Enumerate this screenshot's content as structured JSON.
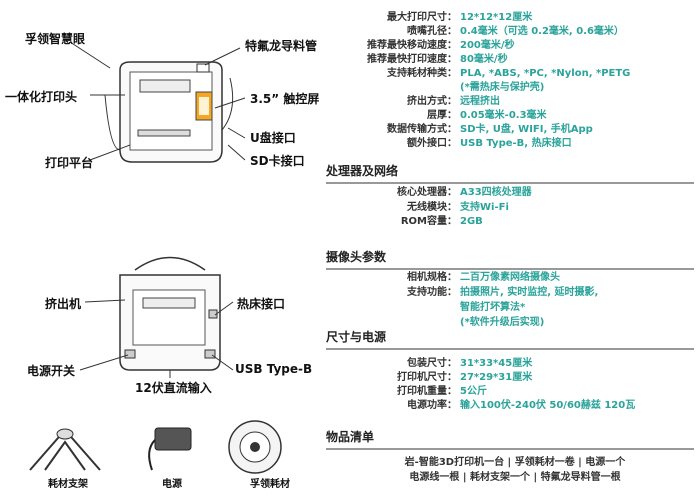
{
  "callouts_top": {
    "eye": "孚领智慧眼",
    "tube": "特氟龙导料管",
    "head": "一体化打印头",
    "screen": "3.5” 触控屏",
    "usb_disk": "U盘接口",
    "platform": "打印平台",
    "sd": "SD卡接口"
  },
  "callouts_back": {
    "extruder": "挤出机",
    "bed_port": "热床接口",
    "power_switch": "电源开关",
    "usb_b": "USB Type-B",
    "dc_in": "12伏直流输入"
  },
  "accessories": [
    "耗材支架",
    "电源",
    "孚领耗材"
  ],
  "specs": [
    {
      "k": "最大打印尺寸：",
      "v": "12*12*12厘米"
    },
    {
      "k": "喷嘴孔径：",
      "v": "0.4毫米（可选 0.2毫米, 0.6毫米）"
    },
    {
      "k": "推荐最快移动速度：",
      "v": "200毫米/秒"
    },
    {
      "k": "推荐最快打印速度：",
      "v": "80毫米/秒"
    },
    {
      "k": "支持耗材种类：",
      "v": "PLA, *ABS, *PC, *Nylon, *PETG"
    },
    {
      "k": "",
      "v": "(*需热床与保护壳)"
    },
    {
      "k": "挤出方式：",
      "v": "远程挤出"
    },
    {
      "k": "层厚：",
      "v": "0.05毫米-0.3毫米"
    },
    {
      "k": "数据传输方式：",
      "v": "SD卡, U盘, WIFI, 手机App"
    },
    {
      "k": "额外接口：",
      "v": "USB Type-B, 热床接口"
    }
  ],
  "processor": {
    "title": "处理器及网络",
    "rows": [
      {
        "k": "核心处理器：",
        "v": "A33四核处理器"
      },
      {
        "k": "无线模块：",
        "v": "支持Wi-Fi"
      },
      {
        "k": "ROM容量：",
        "v": "2GB"
      }
    ]
  },
  "camera": {
    "title": "摄像头参数",
    "rows": [
      {
        "k": "相机规格：",
        "v": "二百万像素网络摄像头"
      },
      {
        "k": "支持功能：",
        "v": "拍摄照片, 实时监控, 延时摄影,"
      },
      {
        "k": "",
        "v": "智能打坏算法*"
      },
      {
        "k": "",
        "v": "(*软件升级后实现)"
      }
    ]
  },
  "size_power": {
    "title": "尺寸与电源",
    "rows": [
      {
        "k": "包装尺寸：",
        "v": "31*33*45厘米"
      },
      {
        "k": "打印机尺寸：",
        "v": "27*29*31厘米"
      },
      {
        "k": "打印机重量：",
        "v": "5公斤"
      },
      {
        "k": "电源功率：",
        "v": "输入100伏-240伏 50/60赫兹 120瓦"
      }
    ]
  },
  "inventory": {
    "title": "物品清单",
    "lines": [
      "岩-智能3D打印机一台 | 孚领耗材一卷 | 电源一个",
      "电源线一根 | 耗材支架一个 | 特氟龙导料管一根"
    ]
  },
  "colors": {
    "value": "#2aa39a"
  }
}
